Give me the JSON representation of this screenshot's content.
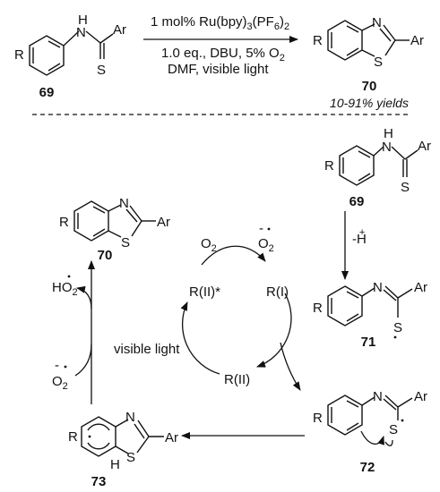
{
  "top_reaction": {
    "reactant_number": "69",
    "product_number": "70",
    "conditions_line1": "1 mol% Ru(bpy)",
    "conditions_line1_sub": "3",
    "conditions_line1_paren": "(PF",
    "conditions_line1_sub2": "6",
    "conditions_line1_end": ")",
    "conditions_line1_sub3": "2",
    "conditions_line2": "1.0 eq., DBU, 5% O",
    "conditions_line2_sub": "2",
    "conditions_line3": "DMF, visible light",
    "yield": "10-91% yields"
  },
  "mechanism": {
    "deprotonation_label": "-H",
    "deprotonation_sup": "+",
    "compound_69": "69",
    "compound_71": "71",
    "compound_72": "72",
    "compound_73": "73",
    "compound_70": "70",
    "ru_excited": "R(II)*",
    "ru_one": "R(I)",
    "ru_two": "R(II)",
    "o2_in": "O",
    "o2_in_sub": "2",
    "o2_out": "O",
    "o2_out_sub": "2",
    "visible_light": "visible light",
    "superoxide": "O",
    "superoxide_sub": "2",
    "hydroperoxyl": "HO",
    "hydroperoxyl_sub": "2"
  },
  "atom_labels": {
    "R": "R",
    "Ar": "Ar",
    "N": "N",
    "S": "S",
    "H": "H",
    "NH": "H"
  }
}
